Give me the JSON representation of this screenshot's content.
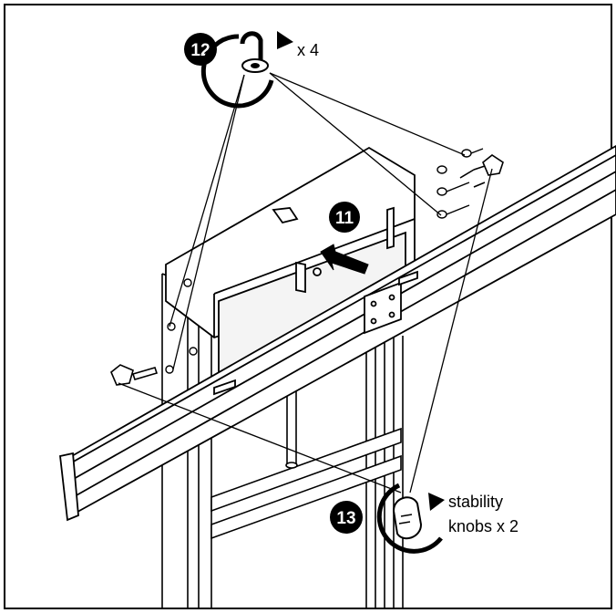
{
  "steps": {
    "step_11": "11",
    "step_12": "12",
    "step_13": "13"
  },
  "callouts": {
    "screw_count": "x 4",
    "knob_line_1": "stability",
    "knob_line_2": "knobs x 2"
  },
  "icons": {
    "screw_rotate": "rotate-screw-icon",
    "hand_tighten": "hand-tighten-icon",
    "push_arrow": "push-arrow-icon"
  },
  "colors": {
    "line": "#000000",
    "background": "#ffffff",
    "badge": "#000000",
    "badge_text": "#ffffff"
  }
}
